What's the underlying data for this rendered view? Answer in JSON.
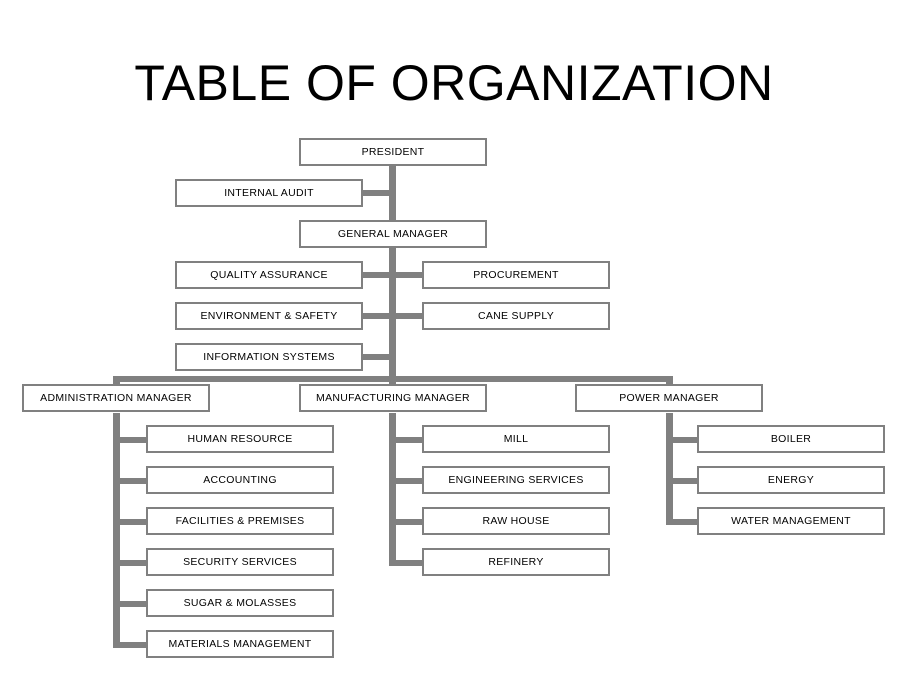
{
  "title": "TABLE OF ORGANIZATION",
  "nodes": {
    "president": "PRESIDENT",
    "internal_audit": "INTERNAL AUDIT",
    "general_manager": "GENERAL MANAGER",
    "quality_assurance": "QUALITY ASSURANCE",
    "procurement": "PROCUREMENT",
    "environment_safety": "ENVIRONMENT & SAFETY",
    "cane_supply": "CANE SUPPLY",
    "information_systems": "INFORMATION SYSTEMS",
    "administration_manager": "ADMINISTRATION MANAGER",
    "manufacturing_manager": "MANUFACTURING MANAGER",
    "power_manager": "POWER MANAGER",
    "human_resource": "HUMAN RESOURCE",
    "accounting": "ACCOUNTING",
    "facilities_premises": "FACILITIES & PREMISES",
    "security_services": "SECURITY SERVICES",
    "sugar_molasses": "SUGAR & MOLASSES",
    "materials_management": "MATERIALS MANAGEMENT",
    "mill": "MILL",
    "engineering_services": "ENGINEERING SERVICES",
    "raw_house": "RAW HOUSE",
    "refinery": "REFINERY",
    "boiler": "BOILER",
    "energy": "ENERGY",
    "water_management": "WATER MANAGEMENT"
  },
  "colors": {
    "connector": "#808080",
    "border": "#808080",
    "text": "#000000"
  }
}
